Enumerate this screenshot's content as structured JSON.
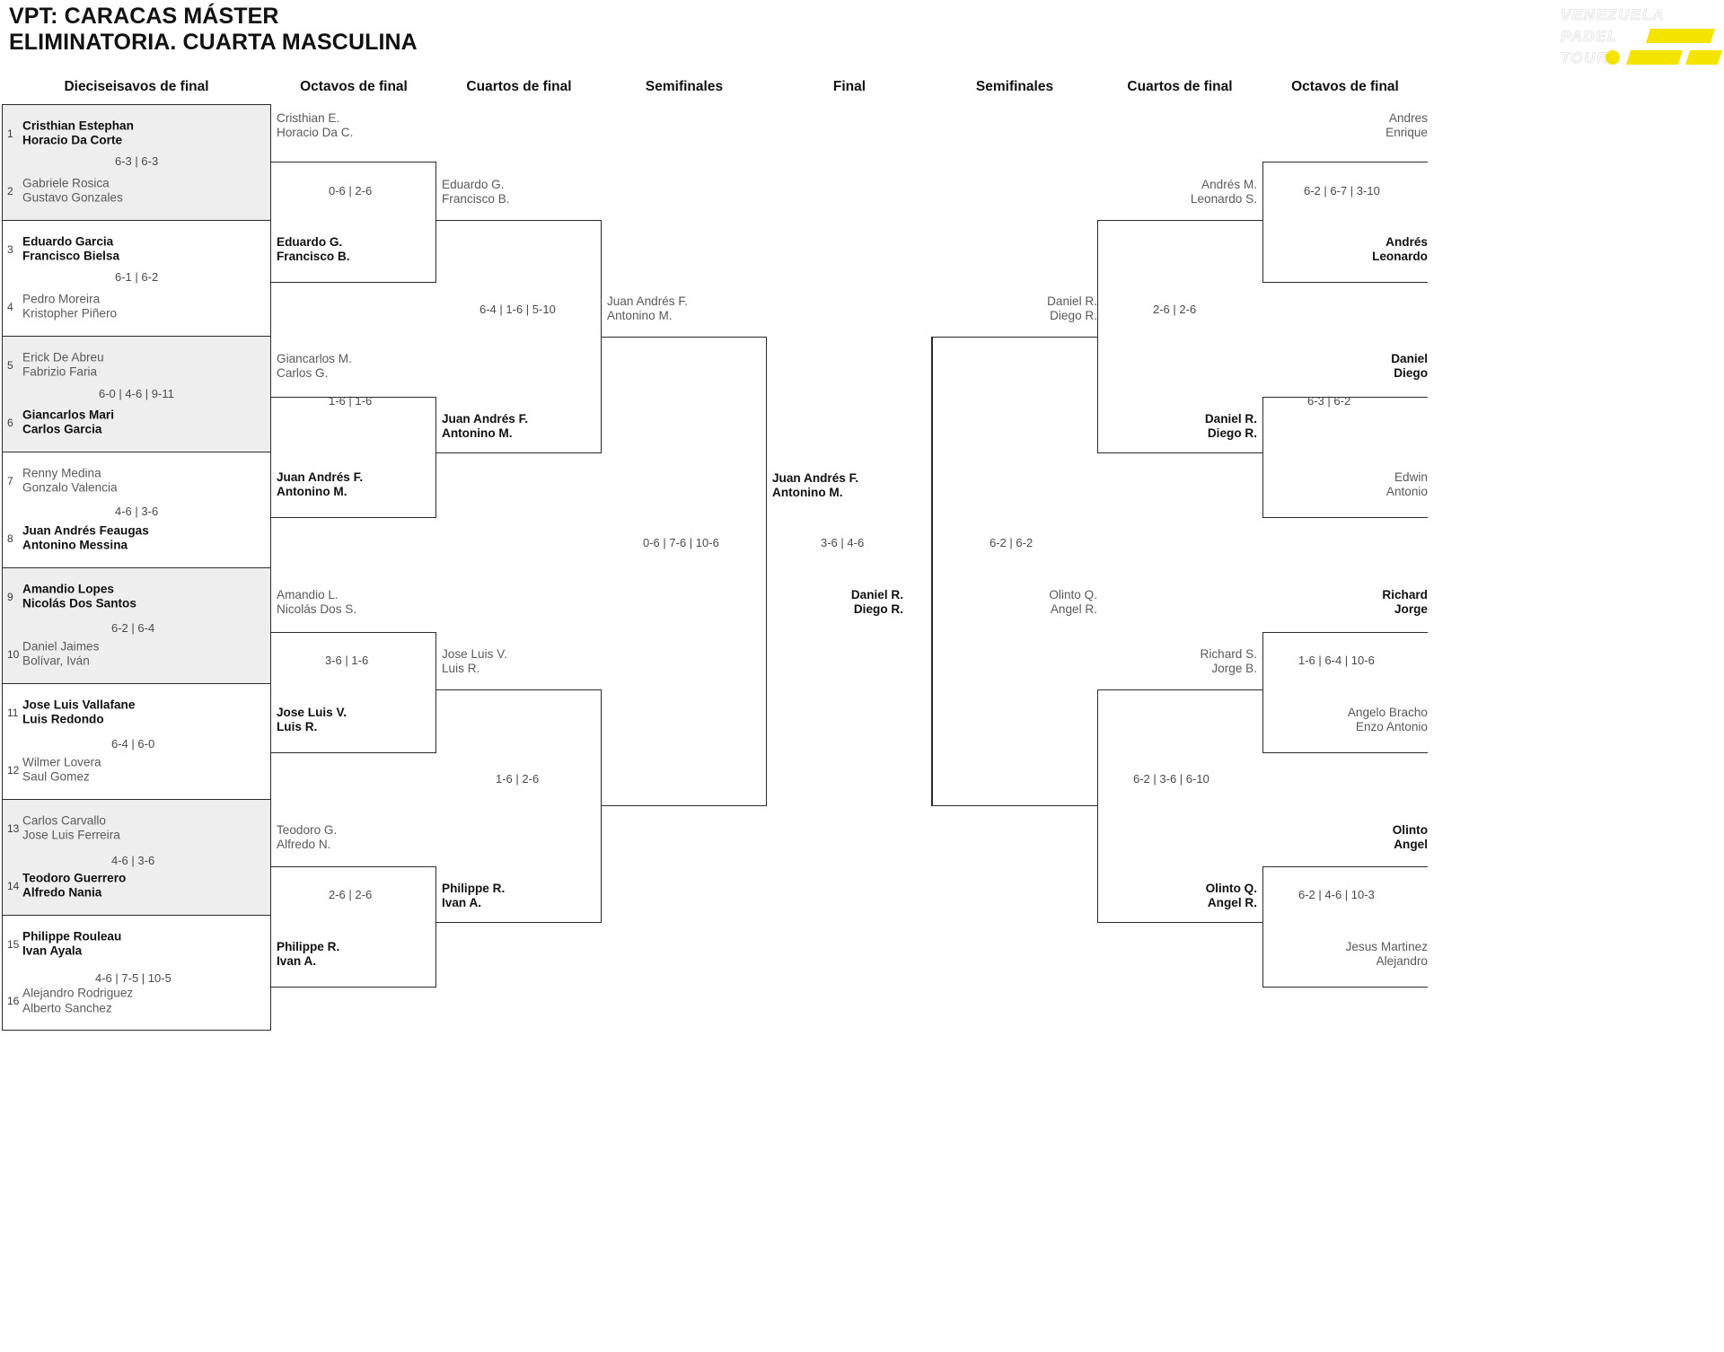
{
  "header": {
    "title": "VPT: CARACAS MÁSTER\nELIMINATORIA. CUARTA MASCULINA",
    "logo_lines": [
      "VENEZUELA",
      "PADEL",
      "TOUR."
    ],
    "logo_accent": "#f5e400"
  },
  "rounds": {
    "l1": "Dieciseisavos de final",
    "l2": "Octavos de final",
    "l3": "Cuartos de final",
    "l4": "Semifinales",
    "final": "Final",
    "r4": "Semifinales",
    "r3": "Cuartos de final",
    "r2": "Octavos de final"
  },
  "seeds": [
    {
      "n": "1",
      "pair": "Cristhian Estephan\nHoracio Da Corte",
      "winner": true
    },
    {
      "n": "2",
      "pair": "Gabriele Rosica\nGustavo Gonzales",
      "winner": false
    },
    {
      "n": "3",
      "pair": "Eduardo Garcia\nFrancisco Bielsa",
      "winner": true
    },
    {
      "n": "4",
      "pair": "Pedro Moreira\nKristopher Piñero",
      "winner": false
    },
    {
      "n": "5",
      "pair": "Erick De Abreu\nFabrizio Faria",
      "winner": false
    },
    {
      "n": "6",
      "pair": "Giancarlos Mari\nCarlos Garcia",
      "winner": true
    },
    {
      "n": "7",
      "pair": "Renny Medina\nGonzalo Valencia",
      "winner": false
    },
    {
      "n": "8",
      "pair": "Juan Andrés Feaugas\nAntonino Messina",
      "winner": true
    },
    {
      "n": "9",
      "pair": "Amandio Lopes\nNicolás Dos Santos",
      "winner": true
    },
    {
      "n": "10",
      "pair": "Daniel Jaimes\nBolívar, Iván",
      "winner": false
    },
    {
      "n": "11",
      "pair": "Jose Luis Vallafane\nLuis Redondo",
      "winner": true
    },
    {
      "n": "12",
      "pair": "Wilmer Lovera\nSaul Gomez",
      "winner": false
    },
    {
      "n": "13",
      "pair": "Carlos Carvallo\nJose Luis Ferreira",
      "winner": false
    },
    {
      "n": "14",
      "pair": "Teodoro Guerrero\nAlfredo Nania",
      "winner": true
    },
    {
      "n": "15",
      "pair": "Philippe Rouleau\nIvan Ayala",
      "winner": true
    },
    {
      "n": "16",
      "pair": "Alejandro Rodriguez\nAlberto Sanchez",
      "winner": false
    }
  ],
  "seed_scores": [
    "6-3 | 6-3",
    "6-1 | 6-2",
    "6-0 | 4-6 | 9-11",
    "4-6 | 3-6",
    "6-2 | 6-4",
    "6-4 | 6-0",
    "4-6 | 3-6",
    "4-6 | 7-5 | 10-5"
  ],
  "left_octavos": [
    {
      "score": "0-6 | 2-6",
      "loser": "Cristhian E.\nHoracio Da C.",
      "winner": "Eduardo G.\nFrancisco B."
    },
    {
      "score": "1-6 | 1-6",
      "loser": "Giancarlos M.\nCarlos G.",
      "winner": "Juan Andrés F.\nAntonino M."
    },
    {
      "score": "3-6 | 1-6",
      "loser": "Amandio L.\nNicolás Dos S.",
      "winner": "Jose Luis V.\nLuis R."
    },
    {
      "score": "2-6 | 2-6",
      "loser": "Teodoro G.\nAlfredo N.",
      "winner": "Philippe R.\nIvan A."
    }
  ],
  "left_cuartos": [
    {
      "score": "6-4 | 1-6 | 5-10",
      "loser": "Eduardo G.\nFrancisco B.",
      "winner": "Juan Andrés F.\nAntonino M."
    },
    {
      "score": "1-6 | 2-6",
      "loser": "Jose Luis V.\nLuis R.",
      "winner": "Philippe R.\nIvan A."
    }
  ],
  "left_semi": {
    "score": "0-6 | 7-6 | 10-6",
    "loser": "Juan Andrés F.\nAntonino M.",
    "winner": "Juan Andrés F.\nAntonino M."
  },
  "final": {
    "score": "3-6 | 4-6",
    "loser": "Juan Andrés F.\nAntonino M.",
    "winner": "Daniel R.\nDiego R."
  },
  "right_semi": {
    "score": "6-2 | 6-2",
    "loser": "Olinto Q.\nAngel R.",
    "winner": "Daniel R.\nDiego R."
  },
  "right_cuartos": [
    {
      "score": "2-6 | 2-6",
      "loser": "Andrés M.\nLeonardo S.",
      "winner": "Daniel R.\nDiego R."
    },
    {
      "score": "6-2 | 3-6 | 6-10",
      "loser": "Richard S.\nJorge B.",
      "winner": "Olinto Q.\nAngel R."
    }
  ],
  "right_octavos": [
    {
      "score": "6-2 | 6-7 | 3-10",
      "loser": "Andres\nEnrique",
      "winner": "Andrés\nLeonardo"
    },
    {
      "score": "6-3 | 6-2",
      "loser": "Edwin\nAntonio",
      "winner": "Daniel\nDiego"
    },
    {
      "score": "1-6 | 6-4 | 10-6",
      "loser": "Angelo Bracho\nEnzo Antonio",
      "winner": "Richard\nJorge"
    },
    {
      "score": "6-2 | 4-6 | 10-3",
      "loser": "Jesus Martinez\nAlejandro",
      "winner": "Olinto\nAngel"
    }
  ]
}
